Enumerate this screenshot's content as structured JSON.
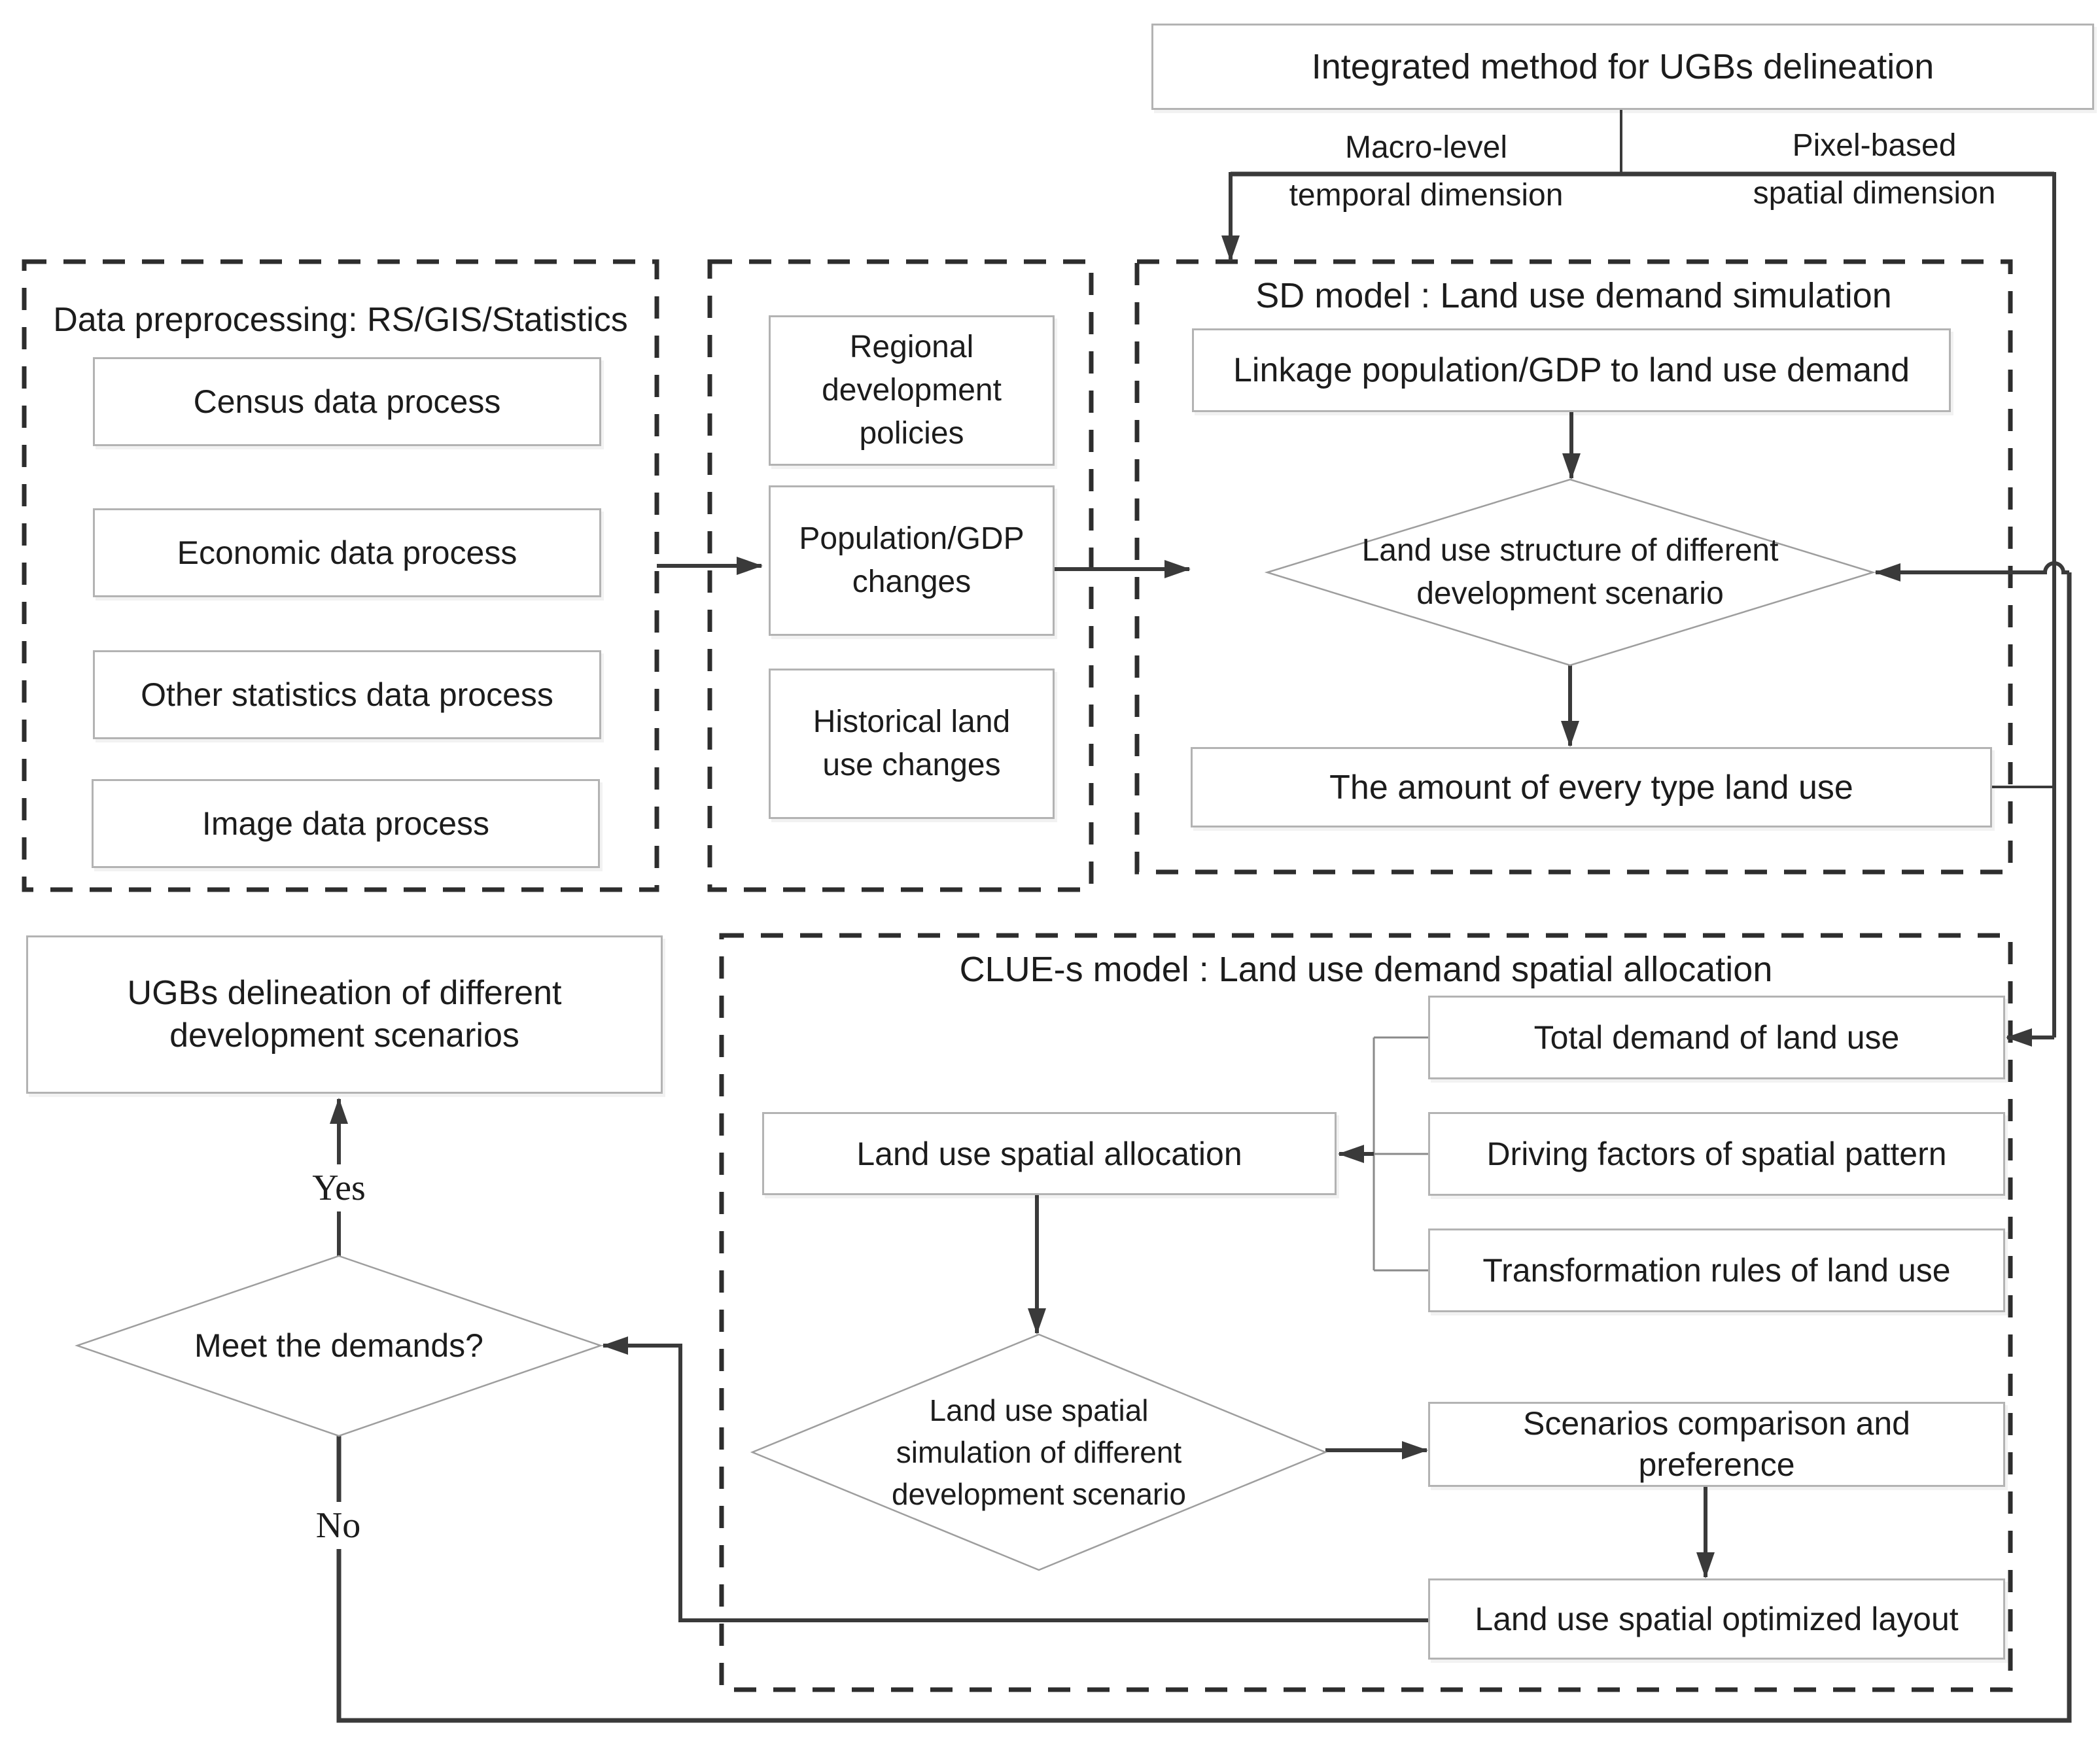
{
  "diagram": {
    "header": {
      "title": "Integrated method for UGBs delineation",
      "left_branch": {
        "line1": "Macro-level",
        "line2": "temporal dimension"
      },
      "right_branch": {
        "line1": "Pixel-based",
        "line2": "spatial dimension"
      }
    },
    "preprocessing": {
      "title": "Data preprocessing: RS/GIS/Statistics",
      "census": "Census data process",
      "economic": "Economic data process",
      "other": "Other statistics data process",
      "image": "Image data process"
    },
    "drivers": {
      "regional": {
        "line1": "Regional",
        "line2": "development",
        "line3": "policies"
      },
      "population": {
        "line1": "Population/GDP",
        "line2": "changes"
      },
      "historical": {
        "line1": "Historical land",
        "line2": "use changes"
      }
    },
    "sd": {
      "title": "SD model : Land use demand simulation",
      "linkage": "Linkage population/GDP to land use demand",
      "diamond": {
        "line1": "Land use structure of different",
        "line2": "development scenario"
      },
      "amount": "The amount of every type land use"
    },
    "clue": {
      "title": "CLUE-s model : Land use demand spatial allocation",
      "total_demand": "Total demand of land use",
      "driving_factors": "Driving factors of spatial pattern",
      "transformation": "Transformation rules of land use",
      "allocation": "Land use spatial allocation",
      "diamond": {
        "line1": "Land use spatial",
        "line2": "simulation of different",
        "line3": "development scenario"
      },
      "scenarios": {
        "line1": "Scenarios comparison and",
        "line2": "preference"
      },
      "optimized": "Land use spatial optimized layout"
    },
    "decision": {
      "ugbs": {
        "line1": "UGBs delineation of different",
        "line2": "development scenarios"
      },
      "question": "Meet the demands?",
      "yes": "Yes",
      "no": "No"
    },
    "colors": {
      "line": "#3a3a3a",
      "box_border": "#b3b3b3",
      "dashed_border": "#2d2d2d",
      "text": "#1c1c1c"
    }
  }
}
